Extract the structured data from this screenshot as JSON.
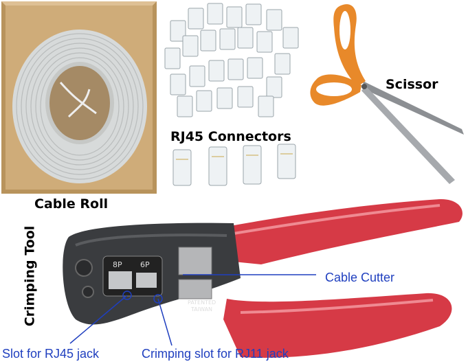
{
  "labels": {
    "cable_roll": "Cable Roll",
    "rj45_connectors": "RJ45 Connectors",
    "scissor": "Scissor",
    "crimping_tool": "Crimping Tool",
    "cable_cutter": "Cable Cutter",
    "rj45_slot": "Slot for RJ45 jack",
    "rj11_slot": "Crimping slot for RJ11 jack",
    "tool_mark_1": "8P",
    "tool_mark_2": "6P",
    "tool_patented": "PATENTED",
    "tool_country": "TAIWAN"
  },
  "colors": {
    "box": "#c9a571",
    "cable": "#d9dcdc",
    "handle": "#d63a46",
    "scissor_handle": "#e8892a",
    "annotation": "#1f3fbf"
  }
}
